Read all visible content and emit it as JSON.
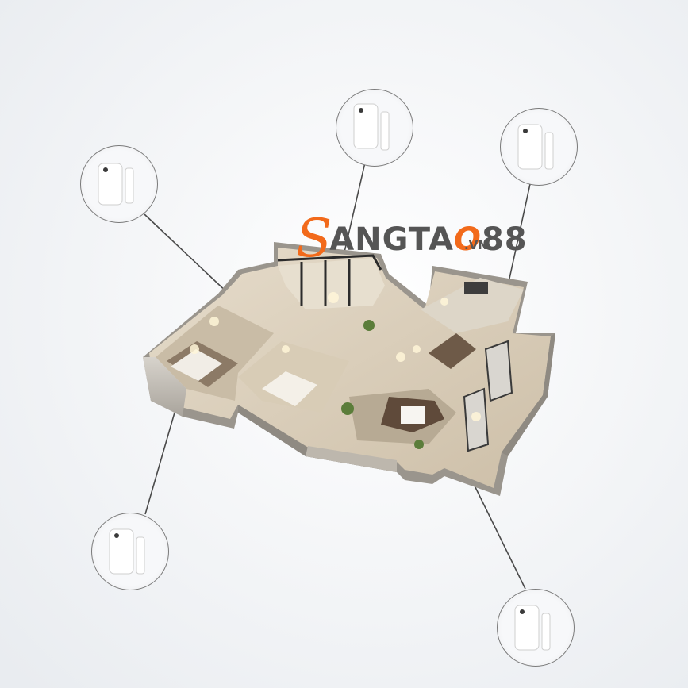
{
  "logo": {
    "brand_prefix": "S",
    "brand_mid": "ANGTA",
    "brand_o": "O",
    "brand_suffix": "88",
    "tld": ".VN",
    "colors": {
      "accent": "#f26a1b",
      "text": "#555555"
    }
  },
  "scene": {
    "subject": "3d-floor-plan-apartment",
    "sensor_icon": "door-window-sensor-icon",
    "sensor_count": 5
  }
}
